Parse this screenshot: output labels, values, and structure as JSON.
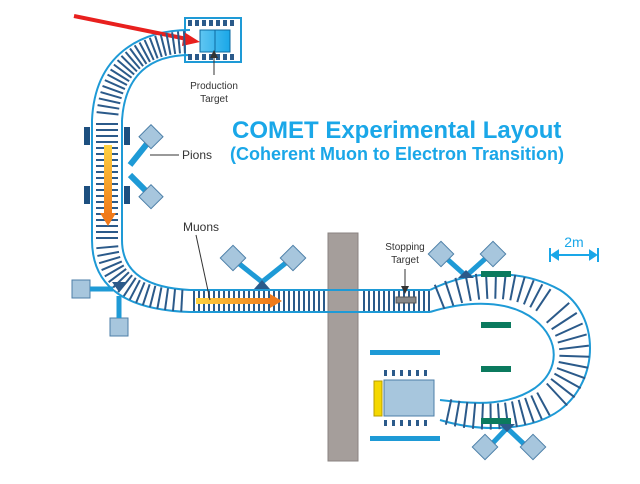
{
  "diagram": {
    "title": "COMET Experimental Layout",
    "subtitle": "(Coherent Muon to Electron Transition)",
    "labels": {
      "production_target": [
        "Production",
        "Target"
      ],
      "pions": "Pions",
      "muons": "Muons",
      "stopping_target": [
        "Stopping",
        "Target"
      ],
      "scale": "2m"
    },
    "colors": {
      "beamline": "#1e9ad6",
      "coil": "#2b5a8a",
      "yoke": "#1d4f7f",
      "magnet_box": "#a7c6dd",
      "shield_wall": "#a59e9b",
      "arrow_beam": "#f5a623",
      "arrow_pointer": "#e8201e",
      "title": "#1aa7e8",
      "detector_green": "#0b7a5e",
      "detector_yellow": "#f5d800",
      "target_fill": "#1aa7e8"
    },
    "icons": [
      "production-target-icon",
      "pointer-arrow-icon",
      "pion-flow-arrow-icon",
      "muon-flow-arrow-icon",
      "scale-bar-icon"
    ]
  }
}
